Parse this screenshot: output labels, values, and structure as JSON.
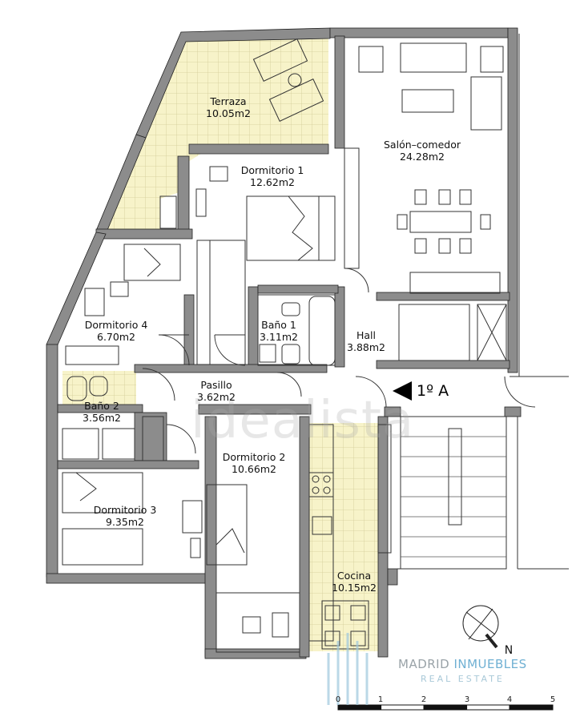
{
  "rooms": [
    {
      "name": "Terraza",
      "area": "10.05m2"
    },
    {
      "name": "Salón–comedor",
      "area": "24.28m2"
    },
    {
      "name": "Dormitorio 1",
      "area": "12.62m2"
    },
    {
      "name": "Dormitorio 4",
      "area": "6.70m2"
    },
    {
      "name": "Baño 1",
      "area": "3.11m2"
    },
    {
      "name": "Hall",
      "area": "3.88m2"
    },
    {
      "name": "Pasillo",
      "area": "3.62m2"
    },
    {
      "name": "Baño 2",
      "area": "3.56m2"
    },
    {
      "name": "Dormitorio 2",
      "area": "10.66m2"
    },
    {
      "name": "Dormitorio 3",
      "area": "9.35m2"
    },
    {
      "name": "Cocina",
      "area": "10.15m2"
    }
  ],
  "unit_label": "1º A",
  "compass": {
    "label": "N"
  },
  "watermarks": {
    "ghost": "idealista",
    "brand_left": "MADRID",
    "brand_right": "INMUEBLES",
    "subtitle": "REAL ESTATE"
  },
  "scale": {
    "ticks": [
      "0",
      "1",
      "2",
      "3",
      "4",
      "5"
    ]
  },
  "colors": {
    "wall": "#8c8c8c",
    "tile": "#f7f3c9",
    "brand": "#7fb5cf",
    "text": "#111111"
  }
}
